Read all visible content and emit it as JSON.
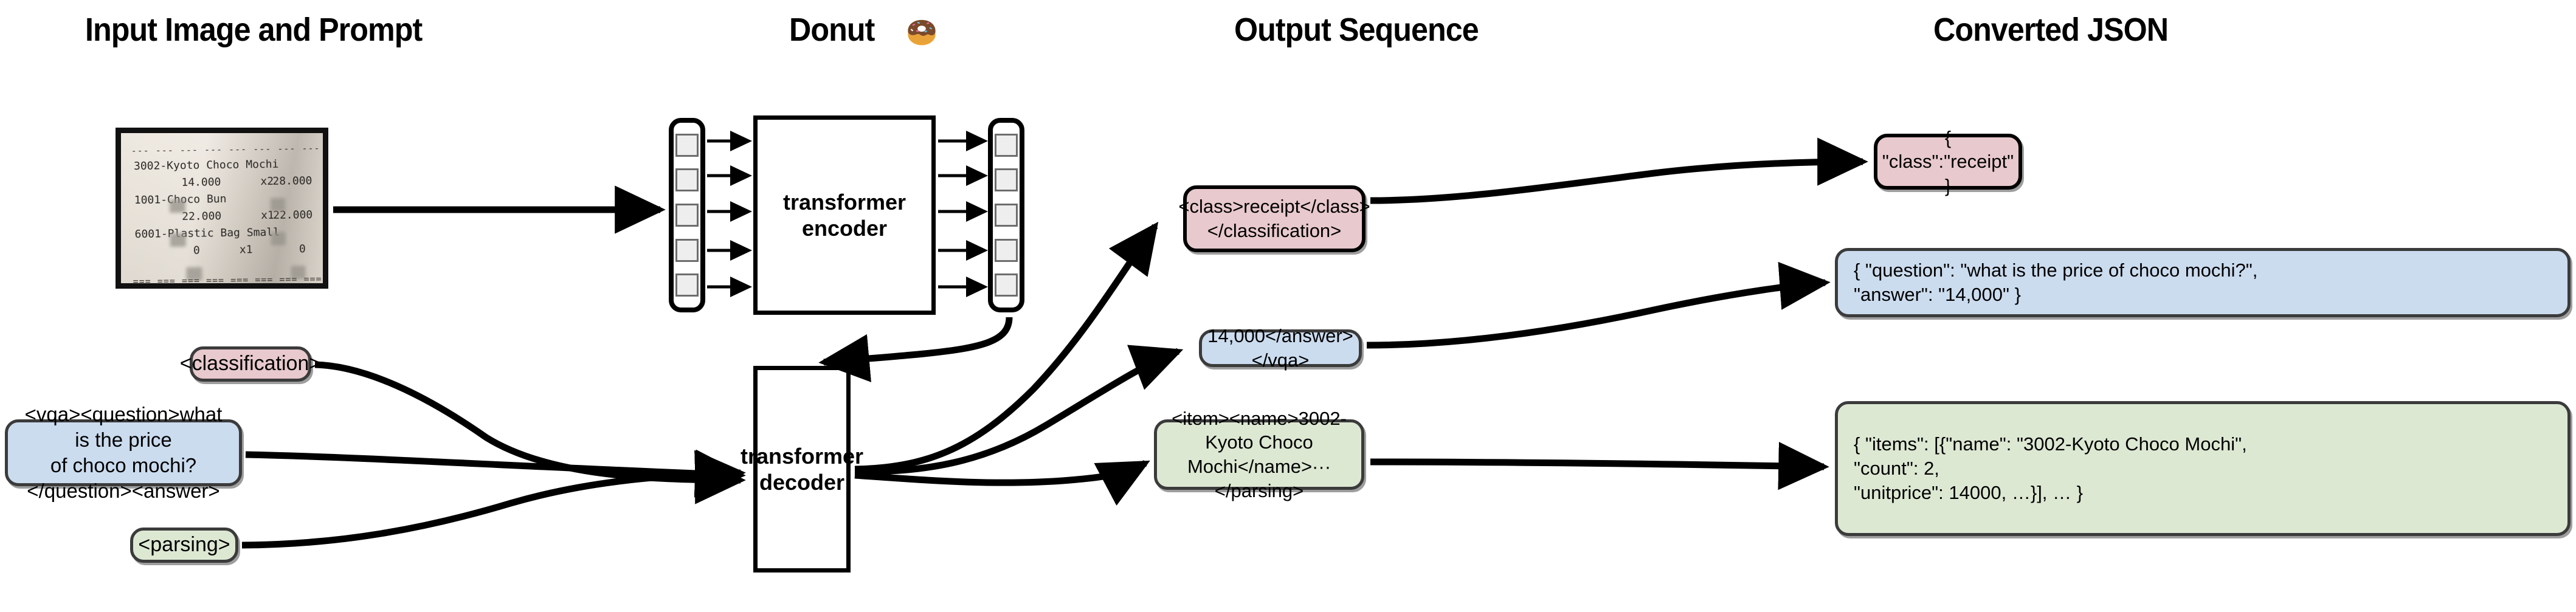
{
  "columns": {
    "input": {
      "title": "Input Image and Prompt"
    },
    "model": {
      "title": "Donut",
      "icon": "donut-emoji"
    },
    "output": {
      "title": "Output Sequence"
    },
    "json": {
      "title": "Converted JSON"
    }
  },
  "receipt": {
    "top_dashes": "--- --- --- --- --- --- --- --- --- --- --- --- --- --- --- --- --- --- --- --- --- --- ---",
    "bottom_dashes": "=== === === === === === === === === === === === === === === === === === === === === === ===",
    "lines": [
      "3002-Kyoto Choco Mochi",
      "14.000      x2",
      "28.000",
      "1001-Choco Bun",
      "22.000      x1",
      "22.000",
      "6001-Plastic Bag Small",
      "0      x1",
      "0"
    ]
  },
  "encoder": {
    "label": "transformer\nencoder"
  },
  "decoder": {
    "label": "transformer\ndecoder"
  },
  "tokens": {
    "count": 5,
    "name": "patch-token"
  },
  "prompts": [
    {
      "id": "classification",
      "text": "<classification>",
      "color": "pink"
    },
    {
      "id": "vqa",
      "text": "<vqa><question>what is the price\nof choco mochi?</question><answer>",
      "color": "blue"
    },
    {
      "id": "parsing",
      "text": "<parsing>",
      "color": "green"
    }
  ],
  "outputs": [
    {
      "id": "classification-output",
      "text": "<class>receipt</class>\n</classification>",
      "color": "pink"
    },
    {
      "id": "vqa-output",
      "text": "14,000</answer></vqa>",
      "color": "blue"
    },
    {
      "id": "parsing-output",
      "text": "<item><name>3002-Kyoto Choco\nMochi</name>··· </parsing>",
      "color": "green"
    }
  ],
  "converted": [
    {
      "id": "classification-json",
      "text": "{ \"class\":\"receipt\" }",
      "color": "pink"
    },
    {
      "id": "vqa-json",
      "text": "{ \"question\": \"what is the price of choco mochi?\",\n  \"answer\": \"14,000\" }",
      "color": "blue"
    },
    {
      "id": "parsing-json",
      "text": "{ \"items\": [{\"name\": \"3002-Kyoto Choco Mochi\",\n     \"count\": 2,\n     \"unitprice\": 14000, …}], … }",
      "color": "green"
    }
  ],
  "colors": {
    "pink": "#e8c9cd",
    "blue": "#ccdcef",
    "green": "#dde8d3",
    "border": "#3b3b3b",
    "line": "#000000",
    "token_fill": "#eeeeee"
  }
}
